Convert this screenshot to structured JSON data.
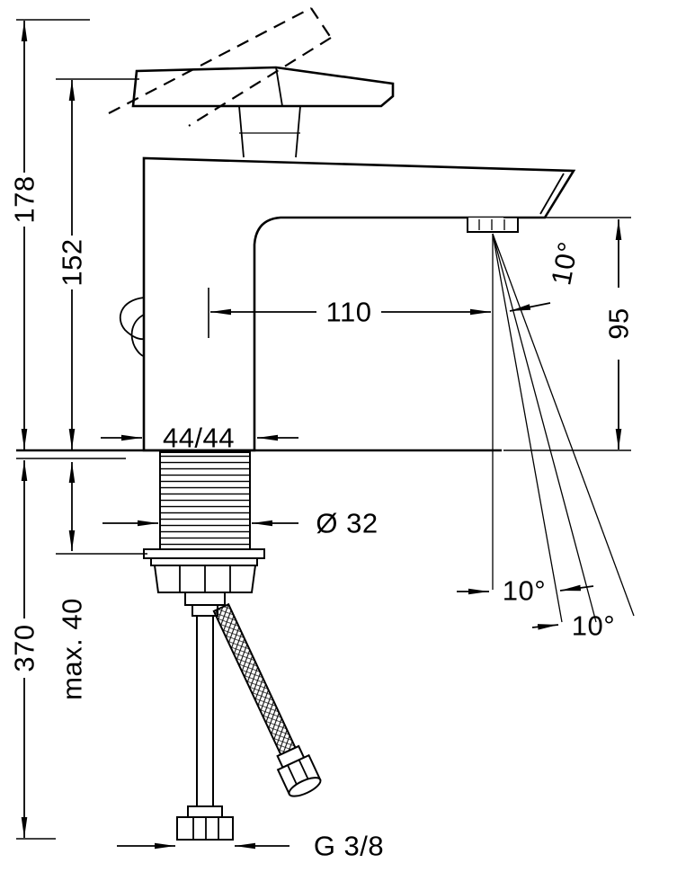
{
  "dims": {
    "total_height": "178",
    "height_to_spout": "152",
    "spout_reach": "110",
    "outlet_height": "95",
    "stream_angle": "10°",
    "base_size": "44/44",
    "hole_diameter": "Ø 32",
    "install_depth": "370",
    "max_deck_thickness": "max. 40",
    "angle_range_inner": "10°",
    "angle_range_outer": "10°",
    "connection_thread": "G 3/8"
  }
}
